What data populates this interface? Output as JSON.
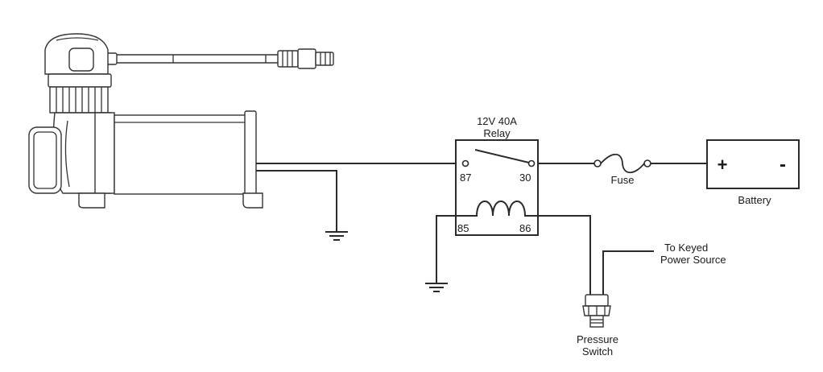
{
  "relay": {
    "title_line1": "12V  40A",
    "title_line2": "Relay",
    "pin_87": "87",
    "pin_30": "30",
    "pin_85": "85",
    "pin_86": "86"
  },
  "fuse": {
    "label": "Fuse"
  },
  "battery": {
    "plus": "+",
    "minus": "-",
    "label": "Battery"
  },
  "pressure_switch": {
    "line1": "Pressure",
    "line2": "Switch"
  },
  "keyed_power": {
    "line1": "To Keyed",
    "line2": "Power Source"
  }
}
